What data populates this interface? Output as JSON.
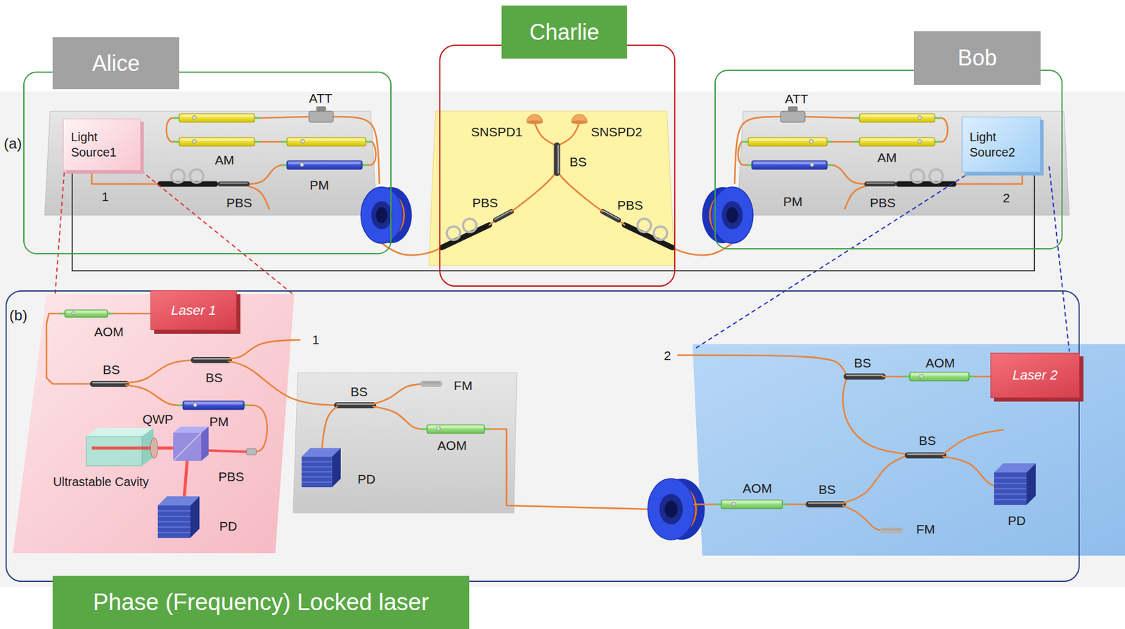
{
  "diagram": {
    "nodes": [
      {
        "text": [
          "Alice"
        ]
      },
      {
        "text": [
          "Light Source1"
        ],
        "in": 0
      },
      {
        "text": [
          "Charlie"
        ]
      },
      {
        "text": [
          "Bob"
        ]
      },
      {
        "text": [
          "Light Source2"
        ],
        "in": 3
      },
      {
        "text": [
          "Phase (Frequency) Locked laser"
        ]
      },
      {
        "text": [
          "Laser 1"
        ],
        "in": 5
      },
      {
        "text": [
          "Laser 2"
        ],
        "in": 5
      }
    ],
    "edges": [
      {
        "from": 1,
        "to": 4,
        "arrow": "none"
      }
    ],
    "labels": [
      "(a)",
      "1",
      "AM",
      "PBS",
      "PM",
      "ATT",
      "SNSPD1",
      "SNSPD2",
      "BS",
      "PBS",
      "PBS",
      "ATT",
      "AM",
      "PM",
      "PBS",
      "2",
      "(b)",
      "AOM",
      "BS",
      "BS",
      "PM",
      "QWP",
      "Ultrastable Cavity",
      "PBS",
      "PD",
      "1",
      "BS",
      "FM",
      "AOM",
      "PD",
      "2",
      "BS",
      "AOM",
      "BS",
      "BS",
      "AOM",
      "PD",
      "FM"
    ]
  }
}
